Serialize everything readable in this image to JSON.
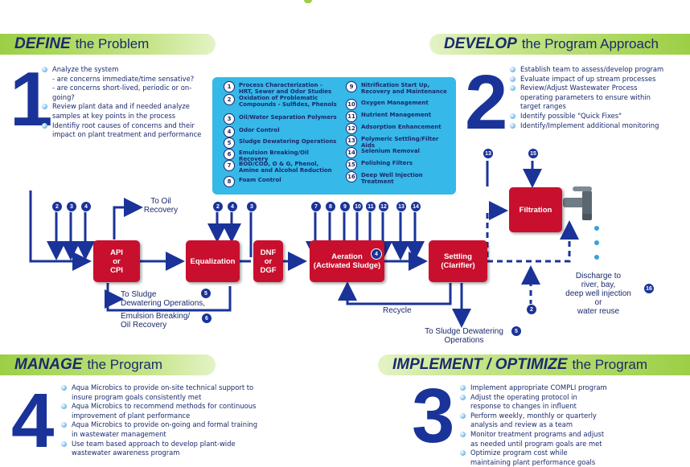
{
  "define": {
    "title_bold": "DEFINE",
    "title_rest": "the Problem",
    "number": "1",
    "bullets": [
      {
        "text": "Analyze the system",
        "subs": [
          "- are concerns immediate/time sensative?",
          "- are concerns short-lived, periodic or on-going?"
        ]
      },
      {
        "text": "Review plant data and if needed analyze samples at key points in the process",
        "subs": []
      },
      {
        "text": "Identifiy root causes of concerns and their impact on plant treatment and performance",
        "subs": []
      }
    ]
  },
  "develop": {
    "title_bold": "DEVELOP",
    "title_rest": "the Program Approach",
    "number": "2",
    "bullets": [
      "Establish team to assess/develop program",
      "Evaluate impact of up stream processes",
      "Review/Adjust Wastewater Process operating parameters to ensure within target ranges",
      "Identify possible \"Quick Fixes\"",
      "Identify/Implement additional monitoring"
    ]
  },
  "manage": {
    "title_bold": "MANAGE",
    "title_rest": "the Program",
    "number": "4",
    "bullets": [
      "Aqua Microbics to provide on-site technical support to insure program goals consistently met",
      "Aqua Microbics to recommend methods for continuous improvement of plant performance",
      "Aqua Microbics to provide on-going and formal training in wastewater management",
      "Use team based approach to develop plant-wide wastewater awareness program"
    ]
  },
  "implement": {
    "title_bold": "IMPLEMENT / OPTIMIZE",
    "title_rest": "the Program",
    "number": "3",
    "bullets": [
      "Implement appropriate COMPLI program",
      "Adjust the operating protocol in response to changes in influent",
      "Perform weekly, monthly or quarterly analysis and review as a team",
      "Monitor treatment programs and adjust as needed until program goals  are met",
      "Optimize program cost while maintaining plant performance goals"
    ]
  },
  "services_left": [
    {
      "n": "1",
      "text": "Process Characterization - HRT, Sewer and Odor Studies"
    },
    {
      "n": "2",
      "text": "Oxidation of Problematic Compounds - Sulfides, Phenols"
    },
    {
      "n": "3",
      "text": "Oil/Water Separation Polymers"
    },
    {
      "n": "4",
      "text": "Odor Control"
    },
    {
      "n": "5",
      "text": "Sludge Dewatering Operations"
    },
    {
      "n": "6",
      "text": "Emulsion Breaking/Oil Recovery"
    },
    {
      "n": "7",
      "text": "BOD/COD, O & G, Phenol, Amine and Alcohol Reduction"
    },
    {
      "n": "8",
      "text": "Foam Control"
    }
  ],
  "services_right": [
    {
      "n": "9",
      "text": "Nitrification Start Up, Recovery and Maintenance"
    },
    {
      "n": "10",
      "text": "Oxygen Management"
    },
    {
      "n": "11",
      "text": "Nutrient Management"
    },
    {
      "n": "12",
      "text": "Adsorption Enhancement"
    },
    {
      "n": "13",
      "text": "Polymeric Settling/Filter Aids"
    },
    {
      "n": "14",
      "text": "Selenium Removal"
    },
    {
      "n": "15",
      "text": "Polishing Filters"
    },
    {
      "n": "16",
      "text": "Deep Well Injection Treatment"
    }
  ],
  "process": {
    "api": [
      "API",
      "or",
      "CPI"
    ],
    "equalization": "Equalization",
    "dnf": [
      "DNF",
      "or",
      "DGF"
    ],
    "aeration": [
      "Aeration",
      "(Activated Sludge)"
    ],
    "settling": [
      "Settling",
      "(Clarifier)"
    ],
    "filtration": "Filtration"
  },
  "labels": {
    "to_oil_recovery": [
      "To Oil",
      "Recovery"
    ],
    "to_sludge_1": [
      "To Sludge",
      "Dewatering Operations,"
    ],
    "emulsion": [
      "Emulsion Breaking/",
      "Oil Recovery"
    ],
    "recycle": "Recycle",
    "to_sludge_2": [
      "To Sludge Dewatering",
      "Operations"
    ],
    "discharge": [
      "Discharge to",
      "river, bay,",
      "deep well injection",
      "or",
      "water reuse"
    ]
  },
  "markers": {
    "m_api": [
      "2",
      "3",
      "4"
    ],
    "m_eq": [
      "2",
      "4",
      "3"
    ],
    "m_aer": [
      "7",
      "8",
      "9",
      "10",
      "11",
      "12",
      "13",
      "14"
    ],
    "m_aer4": "4",
    "m_sludge1": "5",
    "m_emul": "6",
    "m_sludge2": "5",
    "m_filt13": "13",
    "m_filt15": "15",
    "m_2": "2",
    "m_16": "16"
  },
  "colors": {
    "banner": "#9ccf45",
    "navy": "#1a3399",
    "process_box": "#c8102e",
    "panel": "#36b8e8"
  }
}
